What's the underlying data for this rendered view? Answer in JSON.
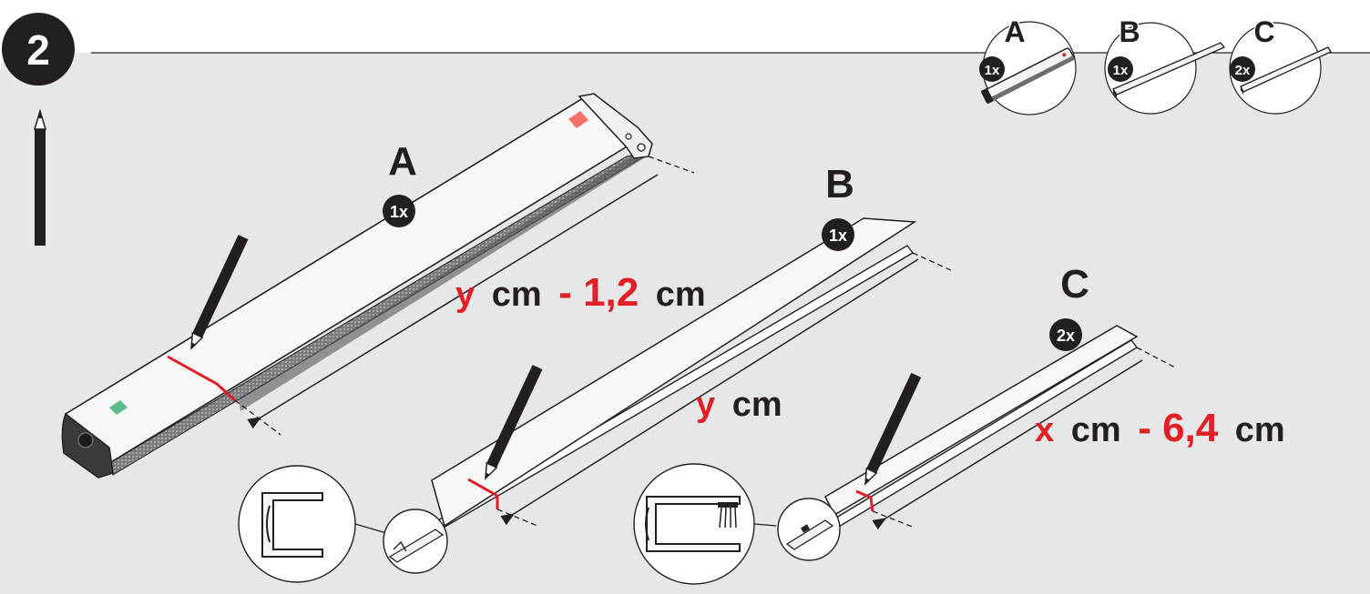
{
  "step": {
    "number": "2"
  },
  "overview": [
    {
      "letter": "A",
      "qty": "1x"
    },
    {
      "letter": "B",
      "qty": "1x"
    },
    {
      "letter": "C",
      "qty": "2x"
    }
  ],
  "parts": {
    "a": {
      "letter": "A",
      "qty": "1x"
    },
    "b": {
      "letter": "B",
      "qty": "1x"
    },
    "c": {
      "letter": "C",
      "qty": "2x"
    }
  },
  "measurements": {
    "a": {
      "var": "y",
      "unit1": "cm",
      "op": "- 1,2",
      "unit2": "cm"
    },
    "b": {
      "var": "y",
      "unit1": "cm"
    },
    "c": {
      "var": "x",
      "unit1": "cm",
      "op": "- 6,4",
      "unit2": "cm"
    }
  },
  "colors": {
    "panel": "#e6e7e8",
    "ink": "#231f20",
    "accent_red": "#e21f26",
    "part_fill": "#f4f4f4",
    "mesh": "#6d6e71"
  }
}
